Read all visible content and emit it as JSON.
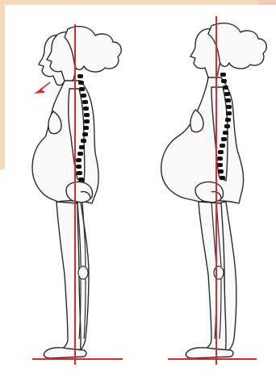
{
  "illustration": {
    "subject": "",
    "figures": [
      {
        "id": "left-figure",
        "posture": "incorrect"
      },
      {
        "id": "right-figure",
        "posture": "correct"
      }
    ]
  },
  "colors": {
    "background": "#ffffff",
    "corner_tint": "#f6d9b9",
    "plumb_line": "#e0292b",
    "ground_line": "#e0292b",
    "outline": "#2b2b2b",
    "spine": "#111111",
    "arrow": "#e0292b",
    "paper_overlay": "#fbf3ea"
  },
  "icons": {
    "direction_arrow": "arrow-left-down-icon"
  }
}
